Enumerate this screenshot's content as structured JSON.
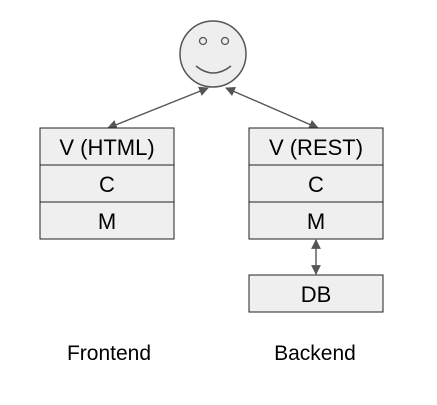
{
  "colors": {
    "box_fill": "#efefef",
    "box_stroke": "#222222",
    "face_fill": "#eeeeee",
    "face_stroke": "#555555",
    "arrow": "#555555"
  },
  "actor": {
    "icon": "smiley-face-icon"
  },
  "frontend": {
    "view_label": "V (HTML)",
    "controller_label": "C",
    "model_label": "M",
    "caption": "Frontend"
  },
  "backend": {
    "view_label": "V (REST)",
    "controller_label": "C",
    "model_label": "M",
    "db_label": "DB",
    "caption": "Backend"
  }
}
